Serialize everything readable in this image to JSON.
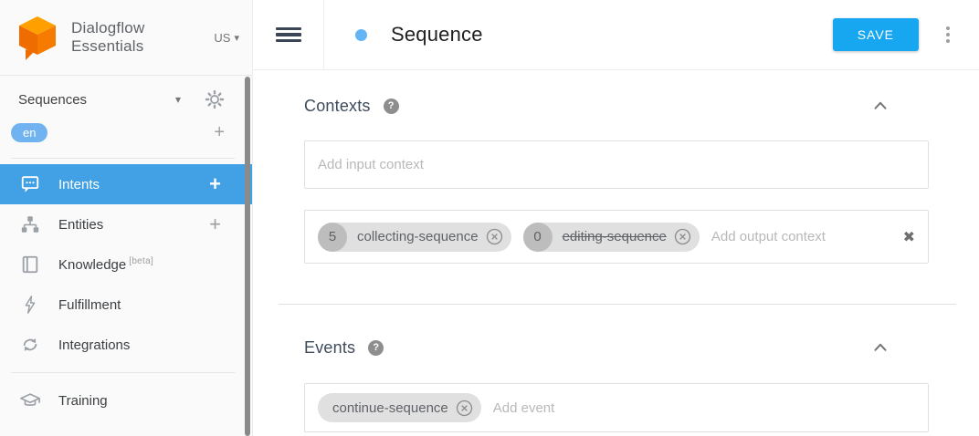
{
  "brand": {
    "line1": "Dialogflow",
    "line2": "Essentials",
    "region": "US"
  },
  "glyphs": {
    "caret": "▾",
    "add": "+",
    "question": "?",
    "clear": "✖"
  },
  "sidebar": {
    "agent_name": "Sequences",
    "language": "en",
    "items": [
      {
        "label": "Intents"
      },
      {
        "label": "Entities"
      },
      {
        "label": "Knowledge",
        "badge": "[beta]"
      },
      {
        "label": "Fulfillment"
      },
      {
        "label": "Integrations"
      },
      {
        "label": "Training"
      }
    ]
  },
  "header": {
    "title": "Sequence",
    "save_label": "SAVE"
  },
  "contexts": {
    "heading": "Contexts",
    "input_placeholder": "Add input context",
    "output_placeholder": "Add output context",
    "output_chips": [
      {
        "lifespan": "5",
        "name": "collecting-sequence"
      },
      {
        "lifespan": "0",
        "name": "editing-sequence"
      }
    ]
  },
  "events": {
    "heading": "Events",
    "placeholder": "Add event",
    "chips": [
      {
        "name": "continue-sequence"
      }
    ]
  }
}
